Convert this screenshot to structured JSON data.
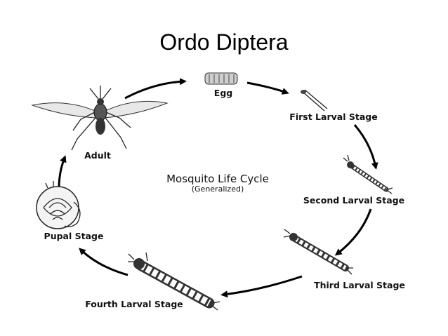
{
  "title": "Ordo Diptera",
  "diagram": {
    "center_title": "Mosquito Life Cycle",
    "center_subtitle": "(Generalized)",
    "stages": {
      "egg": "Egg",
      "first_larval": "First Larval Stage",
      "second_larval": "Second Larval Stage",
      "third_larval": "Third Larval Stage",
      "fourth_larval": "Fourth Larval Stage",
      "pupal": "Pupal Stage",
      "adult": "Adult"
    }
  }
}
